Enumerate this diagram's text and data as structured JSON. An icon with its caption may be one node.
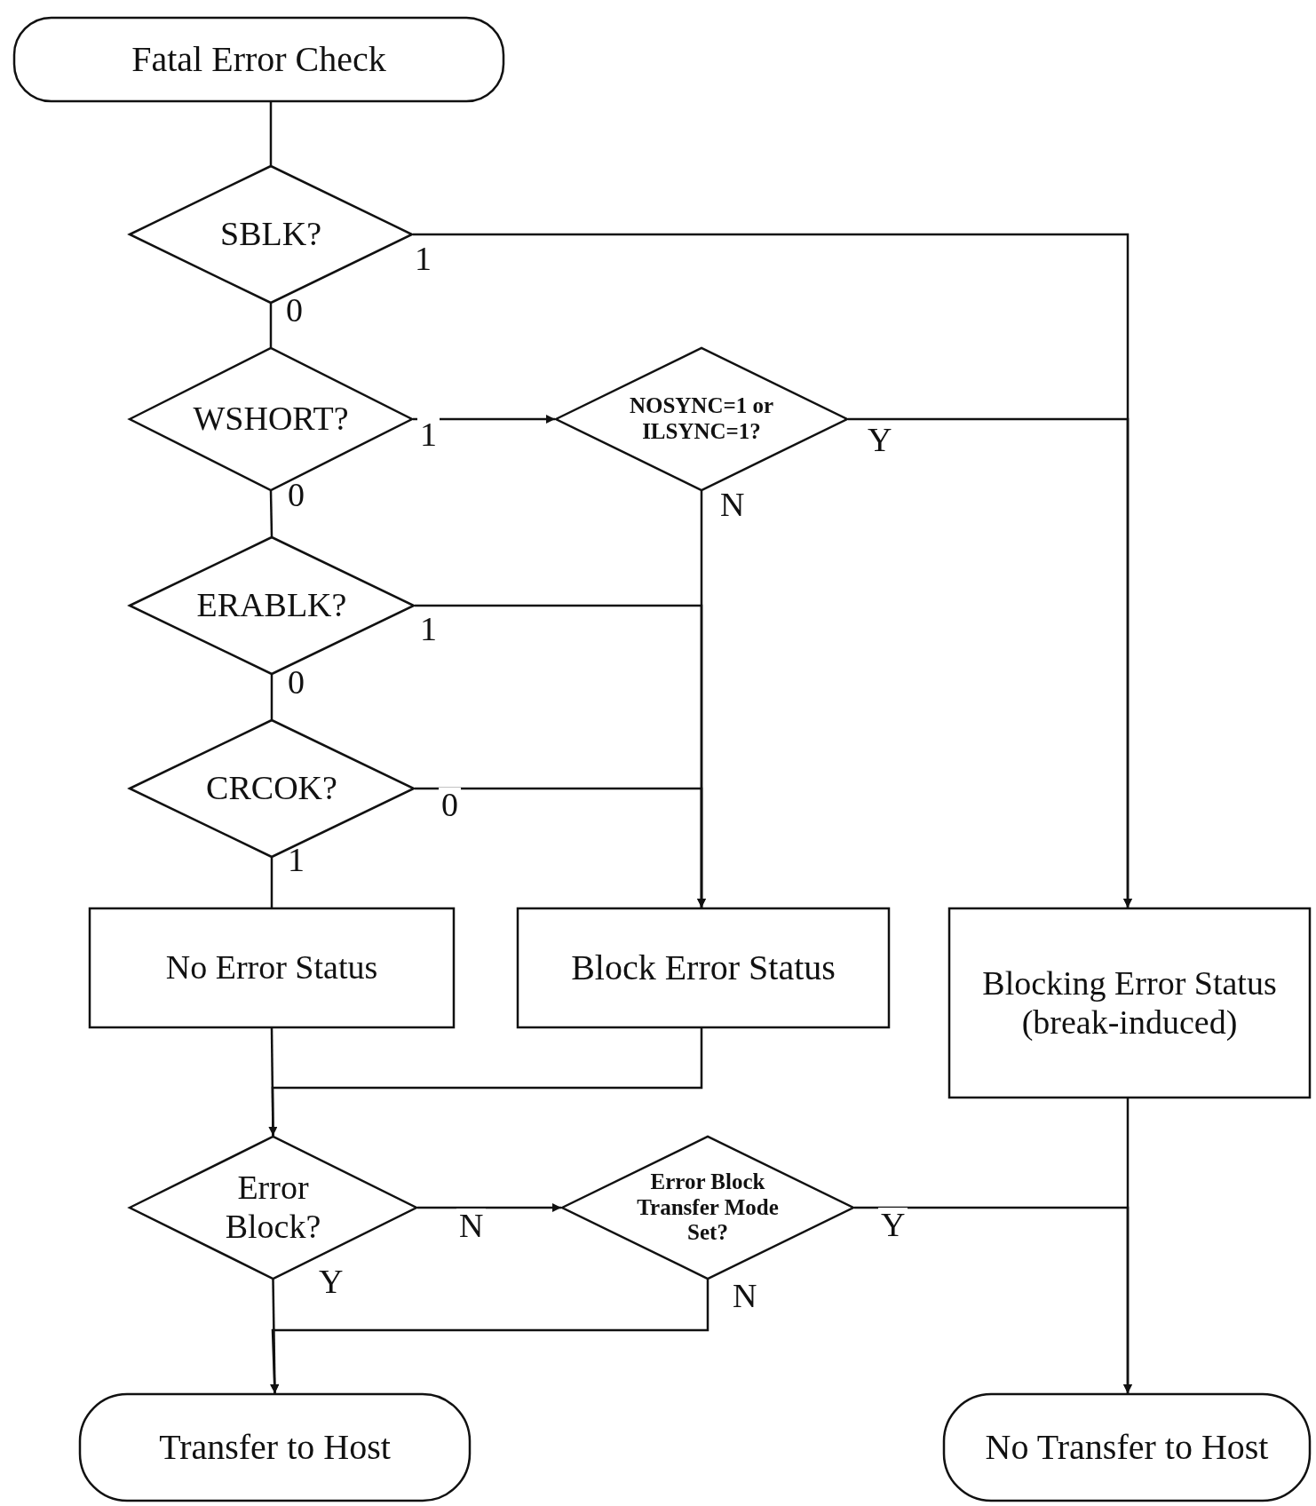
{
  "diagram": {
    "nodes": [
      {
        "text": [
          "Fatal Error Check"
        ]
      },
      {
        "text": [
          "SBLK?"
        ]
      },
      {
        "text": [
          "WSHORT?"
        ]
      },
      {
        "text": [
          "NOSYNC=1 or ILSYNC=1?"
        ]
      },
      {
        "text": [
          "ERABLK?"
        ]
      },
      {
        "text": [
          "CRCOK?"
        ]
      },
      {
        "text": [
          "No Error Status"
        ]
      },
      {
        "text": [
          "Block Error Status"
        ]
      },
      {
        "text": [
          "Blocking Error Status (break-induced)"
        ]
      },
      {
        "text": [
          "Error Block?"
        ]
      },
      {
        "text": [
          "Error Block Transfer Mode Set?"
        ]
      },
      {
        "text": [
          "Transfer to Host"
        ]
      },
      {
        "text": [
          "No Transfer to Host"
        ]
      }
    ],
    "edges": [
      {
        "from": 0,
        "to": 1,
        "arrow": "none"
      },
      {
        "from": 1,
        "to": 2,
        "arrow": "none",
        "label": "0"
      },
      {
        "from": 1,
        "to": 8,
        "arrow": "to",
        "label": "1"
      },
      {
        "from": 2,
        "to": 3,
        "arrow": "to",
        "label": "1"
      },
      {
        "from": 3,
        "to": 8,
        "arrow": "to",
        "label": "Y"
      },
      {
        "from": 3,
        "to": 7,
        "arrow": "none",
        "label": "N"
      },
      {
        "from": 2,
        "to": 4,
        "arrow": "none",
        "label": "0"
      },
      {
        "from": 4,
        "to": 7,
        "arrow": "to",
        "label": "1"
      },
      {
        "from": 4,
        "to": 5,
        "arrow": "none",
        "label": "0"
      },
      {
        "from": 5,
        "to": 7,
        "arrow": "to",
        "label": "0"
      },
      {
        "from": 5,
        "to": 6,
        "arrow": "none",
        "label": "1"
      },
      {
        "from": 6,
        "to": 9,
        "arrow": "none"
      },
      {
        "from": 7,
        "to": 9,
        "arrow": "to"
      },
      {
        "from": 9,
        "to": 10,
        "arrow": "to",
        "label": "N"
      },
      {
        "from": 9,
        "to": 11,
        "arrow": "to",
        "label": "Y"
      },
      {
        "from": 10,
        "to": 11,
        "arrow": "to",
        "label": "N"
      },
      {
        "from": 10,
        "to": 12,
        "arrow": "to",
        "label": "Y"
      },
      {
        "from": 8,
        "to": 12,
        "arrow": "to"
      }
    ]
  }
}
